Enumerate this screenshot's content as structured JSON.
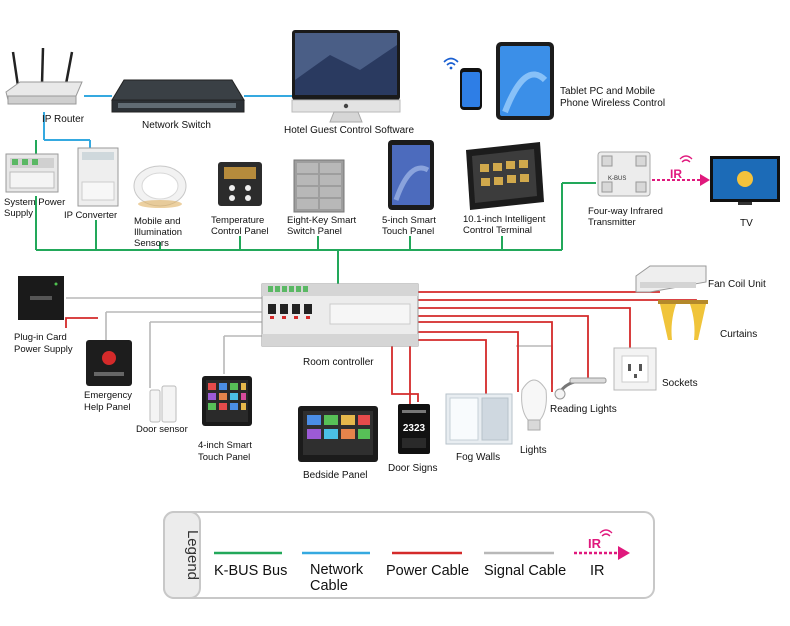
{
  "colors": {
    "kbus": "#22a85a",
    "network": "#35a9e0",
    "power": "#d42a2a",
    "signal": "#b8b8b8",
    "ir": "#e0197d"
  },
  "devices": {
    "ip_router": "IP Router",
    "network_switch": "Network Switch",
    "hotel_software": "Hotel Guest Control Software",
    "tablet_line1": "Tablet PC and Mobile",
    "tablet_line2": "Phone Wireless Control",
    "system_power_line1": "System Power",
    "system_power_line2": "Supply",
    "ip_converter": "IP Converter",
    "sensors_line1": "Mobile and",
    "sensors_line2": "Illumination",
    "sensors_line3": "Sensors",
    "temp_line1": "Temperature",
    "temp_line2": "Control Panel",
    "eightkey_line1": "Eight-Key Smart",
    "eightkey_line2": "Switch Panel",
    "five_inch_line1": "5-inch Smart",
    "five_inch_line2": "Touch Panel",
    "ten_inch_line1": "10.1-inch Intelligent",
    "ten_inch_line2": "Control Terminal",
    "ir_transmitter_line1": "Four-way Infrared",
    "ir_transmitter_line2": "Transmitter",
    "ir_tag": "IR",
    "tv": "TV",
    "plugin_line1": "Plug-in Card",
    "plugin_line2": "Power Supply",
    "emergency_line1": "Emergency",
    "emergency_line2": "Help Panel",
    "door_sensor": "Door sensor",
    "four_inch_line1": "4-inch Smart",
    "four_inch_line2": "Touch Panel",
    "room_controller": "Room controller",
    "bedside_panel": "Bedside Panel",
    "door_signs": "Door Signs",
    "door_sign_number": "2323",
    "fog_walls": "Fog Walls",
    "lights": "Lights",
    "reading_lights": "Reading Lights",
    "sockets": "Sockets",
    "curtains": "Curtains",
    "fan_coil": "Fan Coil Unit"
  },
  "legend": {
    "title": "Legend",
    "kbus": "K-BUS Bus",
    "network_line1": "Network",
    "network_line2": "Cable",
    "power": "Power Cable",
    "signal": "Signal Cable",
    "ir_tag": "IR",
    "ir": "IR"
  }
}
